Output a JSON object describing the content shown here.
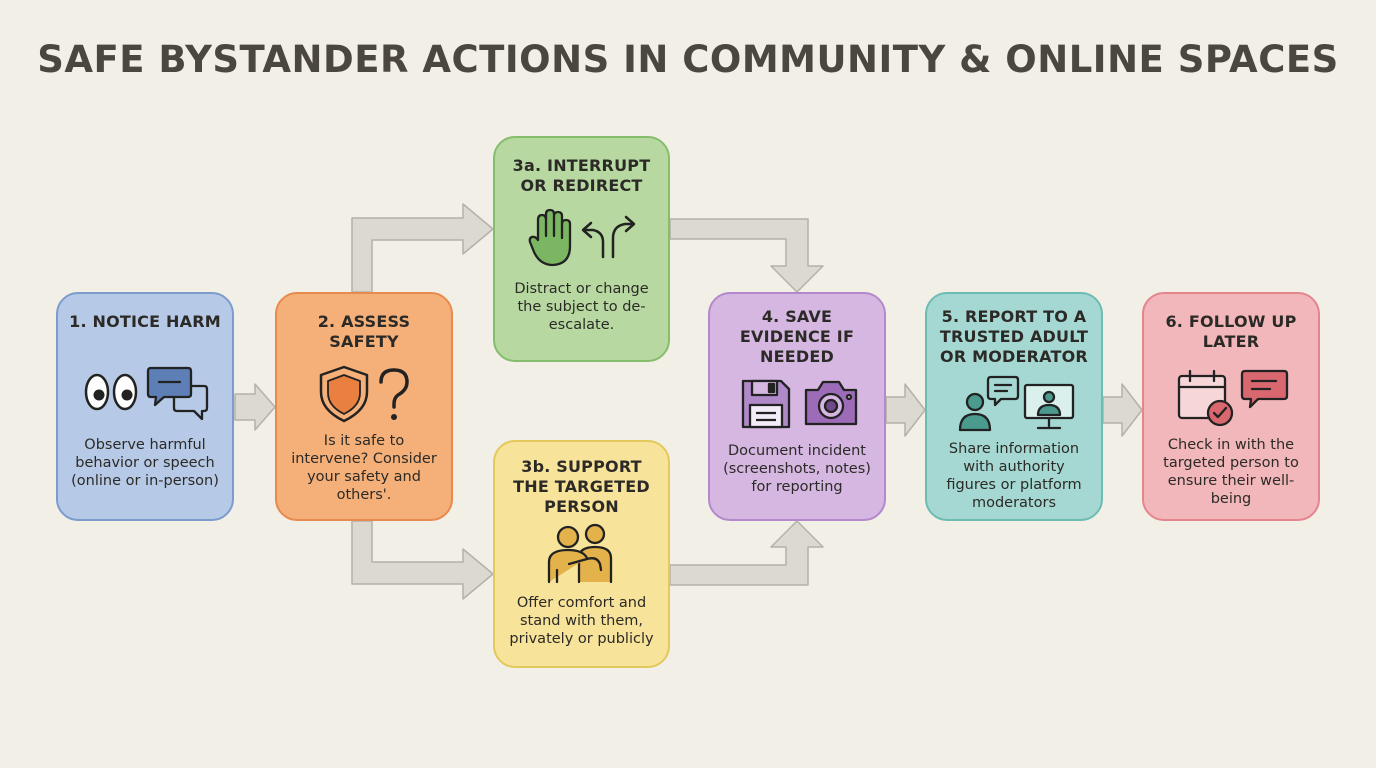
{
  "title": "SAFE BYSTANDER ACTIONS IN COMMUNITY & ONLINE SPACES",
  "steps": {
    "s1": {
      "title": "1. NOTICE HARM",
      "desc": "Observe harmful behavior or speech (online or in-person)"
    },
    "s2": {
      "title": "2. ASSESS SAFETY",
      "desc": "Is it safe to intervene? Consider your safety and others'."
    },
    "s3a": {
      "title": "3a. INTERRUPT OR REDIRECT",
      "desc": "Distract or change the subject to de-escalate."
    },
    "s3b": {
      "title": "3b. SUPPORT THE TARGETED PERSON",
      "desc": "Offer comfort and stand with them, privately or publicly"
    },
    "s4": {
      "title": "4. SAVE EVIDENCE IF NEEDED",
      "desc": "Document incident (screenshots, notes) for reporting"
    },
    "s5": {
      "title": "5. REPORT TO A TRUSTED ADULT OR MODERATOR",
      "desc": "Share information with authority figures or platform moderators"
    },
    "s6": {
      "title": "6. FOLLOW UP LATER",
      "desc": "Check in with the targeted person to ensure their well-being"
    }
  },
  "icons": {
    "s1": [
      "eyes-icon",
      "chat-bubbles-icon"
    ],
    "s2": [
      "shield-icon",
      "question-mark-icon"
    ],
    "s3a": [
      "raised-hand-icon",
      "redirect-arrows-icon"
    ],
    "s3b": [
      "supporting-people-icon"
    ],
    "s4": [
      "floppy-disk-icon",
      "camera-icon"
    ],
    "s5": [
      "person-speech-icon",
      "video-call-monitor-icon"
    ],
    "s6": [
      "calendar-check-icon",
      "chat-bubble-icon"
    ]
  },
  "colors": {
    "background": "#f2efe7",
    "arrow": "#dcd9d1",
    "s1": "#b6c9e6",
    "s2": "#f5b07a",
    "s3a": "#b7d9a1",
    "s3b": "#f7e39a",
    "s4": "#d5b7e2",
    "s5": "#a5d8d2",
    "s6": "#f2b7bb"
  }
}
